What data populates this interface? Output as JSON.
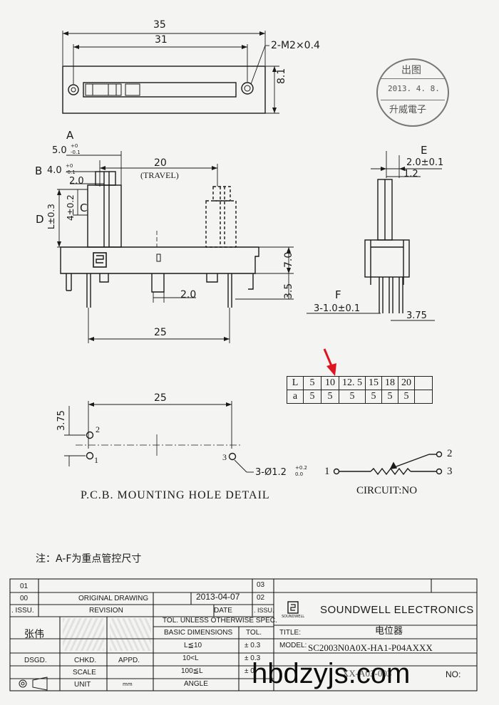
{
  "top_view": {
    "dim_35": "35",
    "dim_31": "31",
    "dim_81": "8.1",
    "screw_note": "2-M2×0.4"
  },
  "stamp": {
    "line1": "出图",
    "line2": "2013. 4. 8.",
    "line3": "升威電子"
  },
  "front_view": {
    "label_A": "A",
    "label_B": "B",
    "label_C": "C",
    "label_D": "D",
    "dim_A": "5.0",
    "tol_A_plus": "+0",
    "tol_A_minus": "-0.1",
    "dim_B": "4.0",
    "tol_B_plus": "+0",
    "tol_B_minus": "-0.1",
    "dim_20a": "2.0",
    "dim_D": "L±0.3",
    "dim_C": "4±0.2",
    "dim_20": "20",
    "travel": "(TRAVEL)",
    "dim_70": "7.0",
    "dim_35v": "3.5",
    "dim_2b": "2.0",
    "dim_25": "25"
  },
  "side_view": {
    "label_E": "E",
    "label_F": "F",
    "dim_E": "2.0±0.1",
    "dim_12": "1.2",
    "dim_F": "3-1.0±0.1",
    "dim_375": "3.75"
  },
  "l_table": {
    "rows": [
      [
        "L",
        "5",
        "10",
        "12. 5",
        "15",
        "18",
        "20",
        ""
      ],
      [
        "a",
        "5",
        "5",
        "5",
        "5",
        "5",
        "5",
        ""
      ]
    ]
  },
  "pcb": {
    "dim_25": "25",
    "dim_375": "3.75",
    "pin1": "1",
    "pin2": "2",
    "pin3": "3",
    "hole_note": "3-Ø1.2",
    "hole_tol_plus": "+0.2",
    "hole_tol_minus": "0.0",
    "title": "P.C.B.  MOUNTING HOLE DETAIL"
  },
  "circuit": {
    "pin1": "1",
    "pin2": "2",
    "pin3": "3",
    "label": "CIRCUIT:NO"
  },
  "note": "注：A-F为重点管控尺寸",
  "title_block": {
    "rev01": "01",
    "rev00": "00",
    "rev_issu": ". ISSU.",
    "original_drawing": "ORIGINAL  DRAWING",
    "date_val": "2013-04-07",
    "revision": "REVISION",
    "date_lbl": "DATE",
    "n03": "03",
    "n02": "02",
    "issu2": ". ISSU.",
    "company": "SOUNDWELL ELECTRONICS",
    "logo_caption": "SOUNDWELL",
    "tol_header": "TOL. UNLESS OTHERWISE SPEC.",
    "basic_dim": "BASIC DIMENSIONS",
    "tol": "TOL.",
    "r1_dim": "L≦10",
    "r1_tol": "± 0.3",
    "r2_dim": "10<L",
    "r2_tol": "± 0.3",
    "r3_dim": "100≦L",
    "r3_tol": "± 0",
    "angle": "ANGLE",
    "title_lbl": "TITLE:",
    "title_val": "电位器",
    "model_lbl": "MODEL:",
    "model_val": "SC2003N0A0X-HA1-P04AXXX",
    "drawer": "张伟",
    "dsgd": "DSGD.",
    "chkd": "CHKD.",
    "appd": "APPD.",
    "scale": "SCALE",
    "unit": "UNIT",
    "unit_val": "mm",
    "dwg_fragment": "XX-A03-003",
    "no_lbl": "NO:"
  },
  "watermark": "hbdzyjs.com",
  "colors": {
    "arrow": "#e0141e",
    "ink": "#1a1a1a"
  }
}
